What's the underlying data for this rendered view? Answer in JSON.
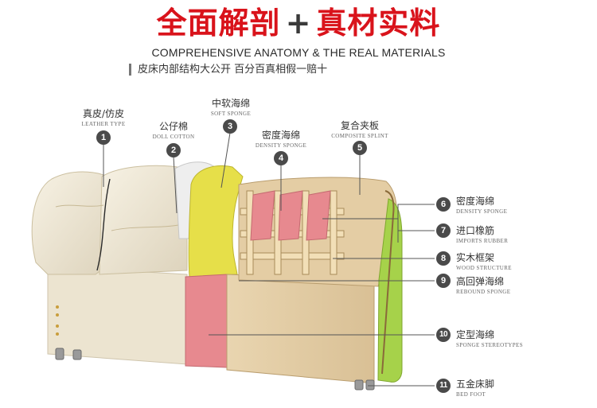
{
  "header": {
    "title_left": "全面解剖",
    "title_plus": "+",
    "title_right": "真材实料",
    "subtitle_en": "COMPREHENSIVE ANATOMY  & THE REAL MATERIALS",
    "subtitle_cn": "皮床内部结构大公开  百分百真相假一赔十"
  },
  "colors": {
    "accent_red": "#d9131b",
    "badge": "#4a4a4a",
    "leather": "#efe7d3",
    "soft_sponge": "#e8e04a",
    "density_sponge": "#e88b92",
    "composite_splint": "#e2cba3",
    "green_edge": "#a6d24a"
  },
  "top_labels": [
    {
      "num": "1",
      "cn": "真皮/仿皮",
      "en": "LEATHER TYPE"
    },
    {
      "num": "2",
      "cn": "公仔棉",
      "en": "DOLL COTTON"
    },
    {
      "num": "3",
      "cn": "中软海绵",
      "en": "SOFT SPONGE"
    },
    {
      "num": "4",
      "cn": "密度海绵",
      "en": "DENSITY SPONGE"
    },
    {
      "num": "5",
      "cn": "复合夹板",
      "en": "COMPOSITE SPLINT"
    }
  ],
  "right_labels": [
    {
      "num": "6",
      "cn": "密度海绵",
      "en": "DENSITY SPONGE"
    },
    {
      "num": "7",
      "cn": "进口橡筋",
      "en": "IMPORTS RUBBER"
    },
    {
      "num": "8",
      "cn": "实木框架",
      "en": "WOOD STRUCTURE"
    },
    {
      "num": "9",
      "cn": "高回弹海绵",
      "en": "REBOUND SPONGE"
    },
    {
      "num": "10",
      "cn": "定型海绵",
      "en": "SPONGE STEREOTYPES"
    },
    {
      "num": "11",
      "cn": "五金床脚",
      "en": "BED FOOT"
    }
  ]
}
